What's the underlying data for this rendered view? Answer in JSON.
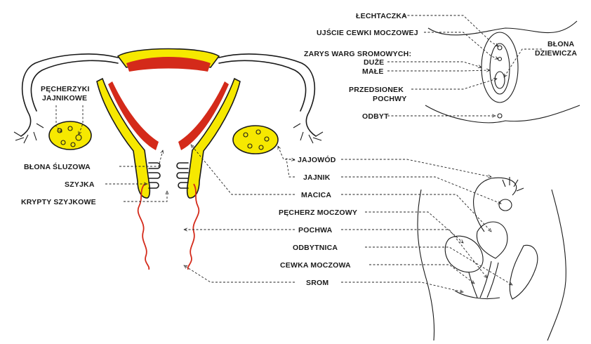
{
  "colors": {
    "tissue_yellow": "#f6e800",
    "tissue_red": "#d42a1a",
    "outline": "#1a1a1a",
    "background": "#ffffff"
  },
  "labels": {
    "pecherzyki_1": "PĘCHERZYKI",
    "pecherzyki_2": "JAJNIKOWE",
    "blona_sluzowa": "BŁONA ŚLUZOWA",
    "szyjka": "SZYJKA",
    "krypty": "KRYPTY SZYJKOWE",
    "lechtaczka": "ŁECHTACZKA",
    "ujscie": "UJŚCIE CEWKI MOCZOWEJ",
    "zarys_1": "ZARYS WARG SROMOWYCH:",
    "zarys_duze": "DUŻE",
    "zarys_male": "MAŁE",
    "przedsionek_1": "PRZEDSIONEK",
    "przedsionek_2": "POCHWY",
    "odbyt": "ODBYT",
    "blona_dz_1": "BŁONA",
    "blona_dz_2": "DZIEWICZA",
    "jajowod": "JAJOWÓD",
    "jajnik": "JAJNIK",
    "macica": "MACICA",
    "pecherz": "PĘCHERZ MOCZOWY",
    "pochwa": "POCHWA",
    "odbytnica": "ODBYTNICA",
    "cewka": "CEWKA MOCZOWA",
    "srom": "SROM"
  }
}
